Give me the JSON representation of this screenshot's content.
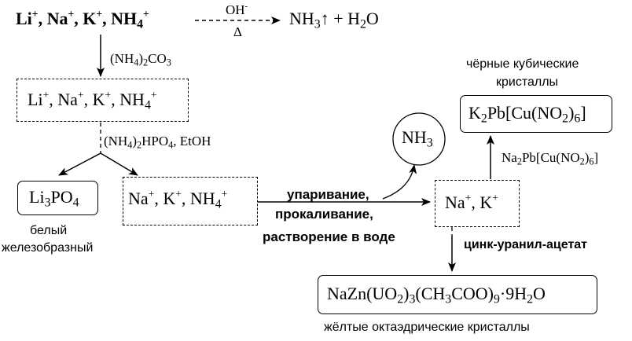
{
  "top": {
    "cations": {
      "li": "Li",
      "na": "Na",
      "k": "K",
      "nh4_main": "NH",
      "nh4_sub": "4",
      "plus": "+",
      "sep": ", "
    },
    "reagent_above": {
      "main": "OH",
      "charge": "-"
    },
    "reagent_below": "Δ",
    "product": {
      "nh": "NH",
      "three": "3",
      "gas": "↑",
      "plus_h": " + H",
      "two": "2",
      "o": "O"
    }
  },
  "step1": {
    "open": "(NH",
    "four": "4",
    "close": ")",
    "two": "2",
    "co": "CO",
    "three": "3"
  },
  "box1": {
    "li": "Li",
    "na": "Na",
    "k": "K",
    "nh": "NH",
    "four": "4",
    "plus": "+",
    "sep": ", "
  },
  "step2": {
    "open": "(NH",
    "four": "4",
    "close": ")",
    "two": "2",
    "hpo": "HPO",
    "four2": "4",
    "etoh": ", EtOH"
  },
  "li3po4": {
    "li": "Li",
    "three": "3",
    "po": "PO",
    "four": "4"
  },
  "li3po4_note": [
    "белый",
    "железобразный"
  ],
  "box2": {
    "na": "Na",
    "k": "K",
    "nh": "NH",
    "four": "4",
    "plus": "+",
    "sep": ", "
  },
  "process_labels": [
    "упаривание,",
    "прокаливание,",
    "растворение в воде"
  ],
  "nh3_circle": {
    "nh": "NH",
    "three": "3"
  },
  "box3": {
    "na": "Na",
    "k": "K",
    "plus": "+",
    "sep": ", "
  },
  "reagent_pb": {
    "na": "Na",
    "two": "2",
    "pb": "Pb[Cu(NO",
    "two2": "2",
    "close": ")",
    "six": "6",
    "end": "]"
  },
  "k2pb_note": [
    "чёрные кубические",
    "кристаллы"
  ],
  "k2pb": {
    "k": "K",
    "two": "2",
    "pb": "Pb[Cu(NO",
    "two2": "2",
    "close": ")",
    "six": "6",
    "end": "]"
  },
  "reagent_zn": "цинк-уранил-ацетат",
  "nazn": {
    "a": "NaZn(UO",
    "two": "2",
    "b": ")",
    "three": "3",
    "c": "(CH",
    "three2": "3",
    "d": "COO)",
    "nine": "9",
    "dot": "·",
    "e": "9H",
    "two2": "2",
    "f": "O"
  },
  "nazn_note": "жёлтые октаэдрические кристаллы"
}
